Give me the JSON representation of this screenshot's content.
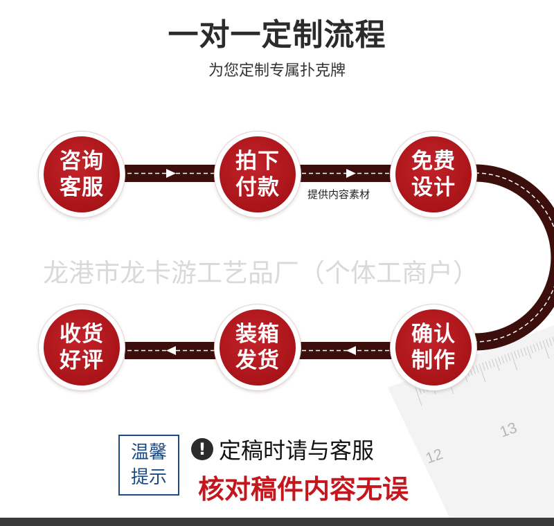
{
  "title": "一对一定制流程",
  "subtitle": "为您定制专属扑克牌",
  "watermark": "龙港市龙卡游工艺品厂（个体工商户）",
  "steps": [
    {
      "line1": "咨询",
      "line2": "客服"
    },
    {
      "line1": "拍下",
      "line2": "付款"
    },
    {
      "line1": "免费",
      "line2": "设计"
    },
    {
      "line1": "确认",
      "line2": "制作"
    },
    {
      "line1": "装箱",
      "line2": "发货"
    },
    {
      "line1": "收货",
      "line2": "好评"
    }
  ],
  "connector_note": "提供内容素材",
  "ruler_numbers": [
    "12",
    "13"
  ],
  "tip": {
    "box_line1": "温馨",
    "box_line2": "提示",
    "icon": "exclamation-icon",
    "line1": "定稿时请与客服",
    "line2": "核对稿件内容无误"
  },
  "colors": {
    "accent_red": "#a91419",
    "track": "#3c0f0d",
    "tip_blue": "#1b4a82",
    "emphasis_red": "#c5151d"
  }
}
